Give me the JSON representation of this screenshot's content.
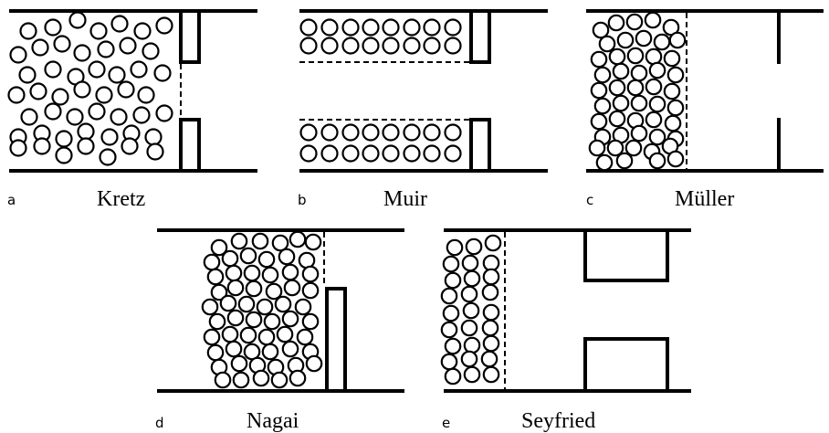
{
  "panels": [
    {
      "id": "a",
      "letter": "a",
      "name": "Kretz"
    },
    {
      "id": "b",
      "letter": "b",
      "name": "Muir"
    },
    {
      "id": "c",
      "letter": "c",
      "name": "Müller"
    },
    {
      "id": "d",
      "letter": "d",
      "name": "Nagai"
    },
    {
      "id": "e",
      "letter": "e",
      "name": "Seyfried"
    }
  ]
}
